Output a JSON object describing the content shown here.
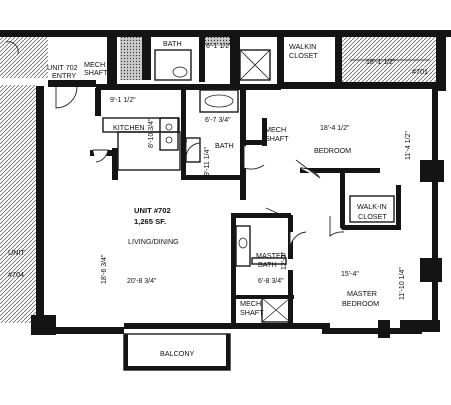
{
  "plan": {
    "unit_title": "UNIT #702",
    "unit_area": "1,265 SF.",
    "rooms": {
      "bath_top": "BATH",
      "walkin_closet_top_1": "WALKIN",
      "walkin_closet_top_2": "CLOSET",
      "unit_702_entry_1": "UNIT 702",
      "unit_702_entry_2": "ENTRY",
      "mech_shaft_top_1": "MECH",
      "mech_shaft_top_2": "SHAFT",
      "unit_701": "#701",
      "kitchen": "KITCHEN",
      "bath": "BATH",
      "mech_shaft_mid_1": "MECH",
      "mech_shaft_mid_2": "SHAFT",
      "bedroom": "BEDROOM",
      "walkin_closet_1": "WALK-IN",
      "walkin_closet_2": "CLOSET",
      "living_dining": "LIVING/DINING",
      "master_bath_1": "MASTER",
      "master_bath_2": "BATH",
      "master_bedroom_1": "MASTER",
      "master_bedroom_2": "BEDROOM",
      "mech_shaft_bot_1": "MECH",
      "mech_shaft_bot_2": "SHAFT",
      "balcony": "BALCONY",
      "unit_704_1": "UNIT",
      "unit_704_2": "#704"
    },
    "dimensions": {
      "kitchen_w": "9'-1 1/2\"",
      "kitchen_d": "8'-10 3/4\"",
      "bath_w": "6'-7 3/4\"",
      "bath_d": "9'-11 1/4\"",
      "bedroom_w": "18'-4 1/2\"",
      "bedroom_d": "11'-4 1/2\"",
      "living_d": "18'-6 3/4\"",
      "living_w": "20'-8 3/4\"",
      "master_bath_w": "6'-8 3/4\"",
      "master_bath_d": "12'-0\"",
      "master_bed_w": "15'-4\"",
      "master_bed_d": "11'-10 1/4\"",
      "walkin_top": "18'-1 1/2\"",
      "bath_top": "6'-1 1/2\""
    }
  }
}
